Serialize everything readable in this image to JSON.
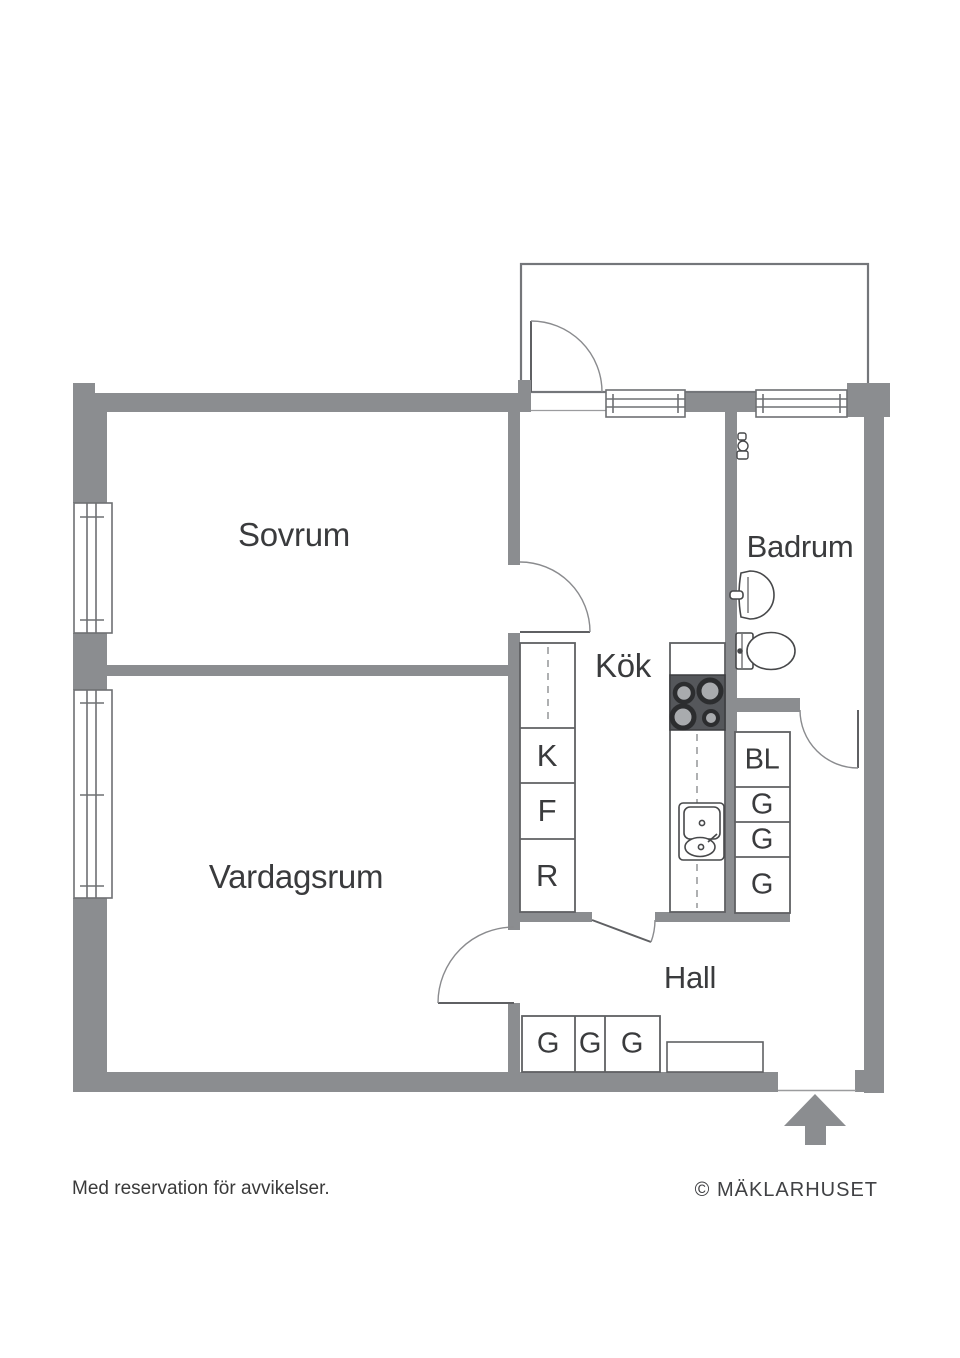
{
  "plan": {
    "type": "apartment-floor-plan",
    "rooms": [
      {
        "id": "sovrum",
        "label": "Sovrum"
      },
      {
        "id": "vardagsrum",
        "label": "Vardagsrum"
      },
      {
        "id": "kok",
        "label": "Kök"
      },
      {
        "id": "badrum",
        "label": "Badrum"
      },
      {
        "id": "hall",
        "label": "Hall"
      }
    ],
    "kitchen_units": [
      {
        "label": "K"
      },
      {
        "label": "F"
      },
      {
        "label": "R"
      }
    ],
    "hall_closets_right": [
      {
        "label": "BL"
      },
      {
        "label": "G"
      },
      {
        "label": "G"
      },
      {
        "label": "G"
      }
    ],
    "hall_closets_bottom": [
      {
        "label": "G"
      },
      {
        "label": "G"
      },
      {
        "label": "G"
      }
    ],
    "icons": [
      "stove-icon",
      "kitchen-sink-icon",
      "washbasin-icon",
      "toilet-icon",
      "water-valve-icon",
      "entrance-arrow-icon",
      "window",
      "door-swing",
      "balcony-outline"
    ],
    "colors": {
      "wall": "#8b8d90",
      "outline": "#5f6063",
      "thin_line": "#74767a",
      "stove_body": "#55575b",
      "burner_ring": "#2c2d2f",
      "burner_center": "#a9abae",
      "text": "#3a3b3d"
    }
  },
  "footer": {
    "disclaimer": "Med reservation för avvikelser.",
    "brand": "© MÄKLARHUSET"
  }
}
